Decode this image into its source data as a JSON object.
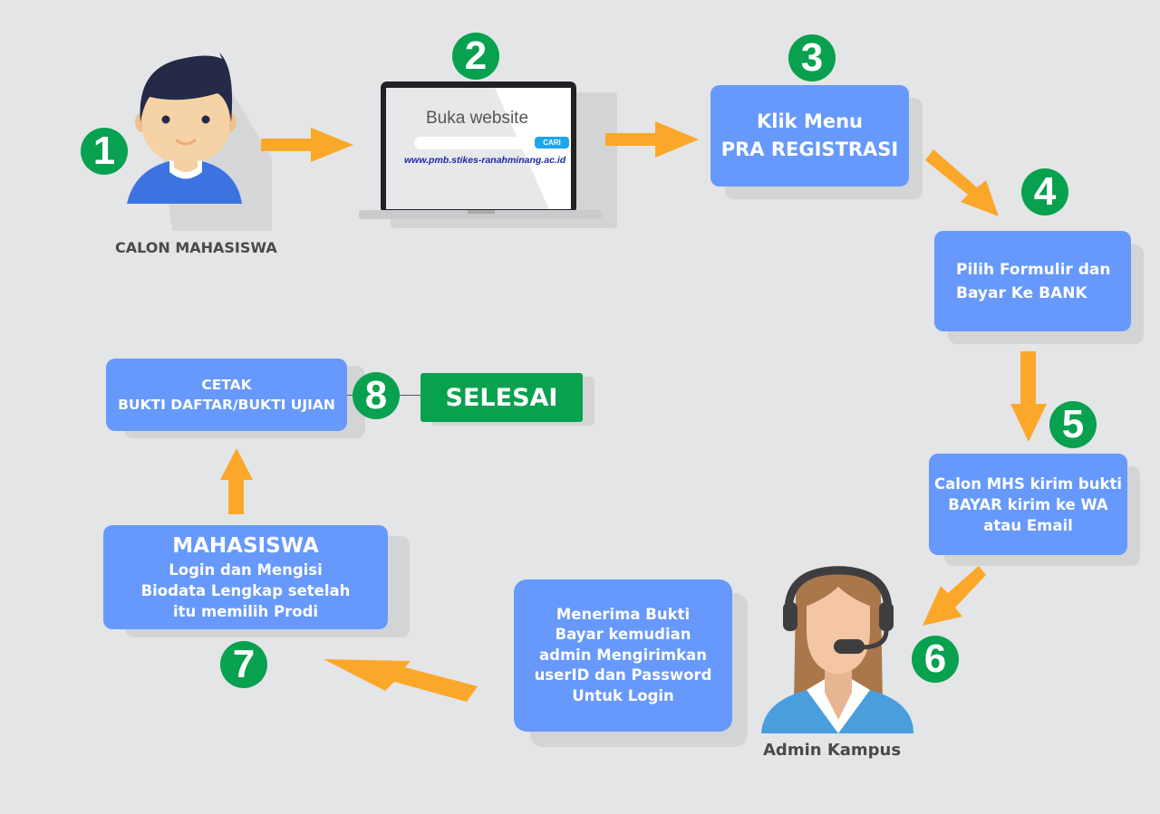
{
  "colors": {
    "background": "#e4e5e7",
    "box": "#6699fb",
    "badge": "#08a14f",
    "arrow": "#fba82a",
    "done_button": "#08a14f"
  },
  "steps": [
    {
      "number": "1",
      "label": "CALON MAHASISWA",
      "icon": "student-avatar-icon"
    },
    {
      "number": "2",
      "laptop": {
        "heading": "Buka website",
        "search_button": "CARI",
        "url": "www.pmb.stikes-ranahminang.ac.id"
      },
      "icon": "laptop-icon"
    },
    {
      "number": "3",
      "lines": [
        "Klik Menu",
        "PRA REGISTRASI"
      ]
    },
    {
      "number": "4",
      "lines": [
        "Pilih Formulir dan",
        "Bayar Ke BANK"
      ]
    },
    {
      "number": "5",
      "lines": [
        "Calon MHS kirim bukti",
        "BAYAR kirim ke WA",
        "atau Email"
      ]
    },
    {
      "number": "6",
      "label": "Admin Kampus",
      "icon": "admin-headset-avatar-icon",
      "lines": [
        "Menerima Bukti",
        "Bayar kemudian",
        "admin Mengirimkan",
        "userID dan Password",
        "Untuk Login"
      ]
    },
    {
      "number": "7",
      "title": "MAHASISWA",
      "lines": [
        "Login dan Mengisi",
        "Biodata Lengkap  setelah",
        "itu memilih Prodi"
      ]
    },
    {
      "number": "8",
      "lines": [
        "CETAK",
        "BUKTI DAFTAR/BUKTI UJIAN"
      ]
    }
  ],
  "done_label": "SELESAI"
}
